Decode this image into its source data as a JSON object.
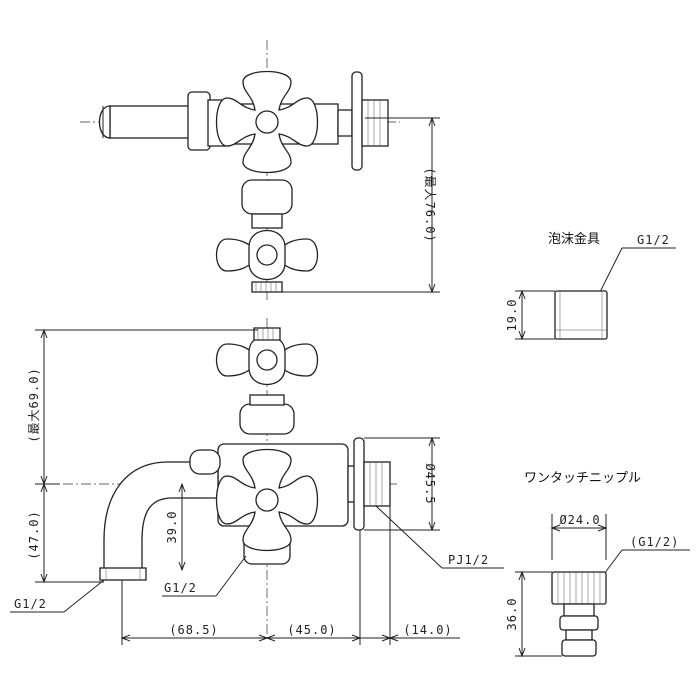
{
  "top_view": {
    "max_height_label": "(最大76.0)"
  },
  "aerator": {
    "title": "泡沫金具",
    "thread_label": "G1/2",
    "height_label": "19.0"
  },
  "nipple": {
    "title": "ワンタッチニップル",
    "diameter_label": "Ø24.0",
    "thread_label": "(G1/2)",
    "height_label": "36.0"
  },
  "front_view": {
    "max_height_label": "(最大69.0)",
    "spout_height_label": "(47.0)",
    "inner_height_label": "39.0",
    "diameter_label": "Ø45.5",
    "outlet_thread_label": "G1/2",
    "center_thread_label": "G1/2",
    "pipe_thread_label": "PJ1/2",
    "width_left_label": "(68.5)",
    "width_mid_label": "(45.0)",
    "width_right_label": "(14.0)"
  }
}
